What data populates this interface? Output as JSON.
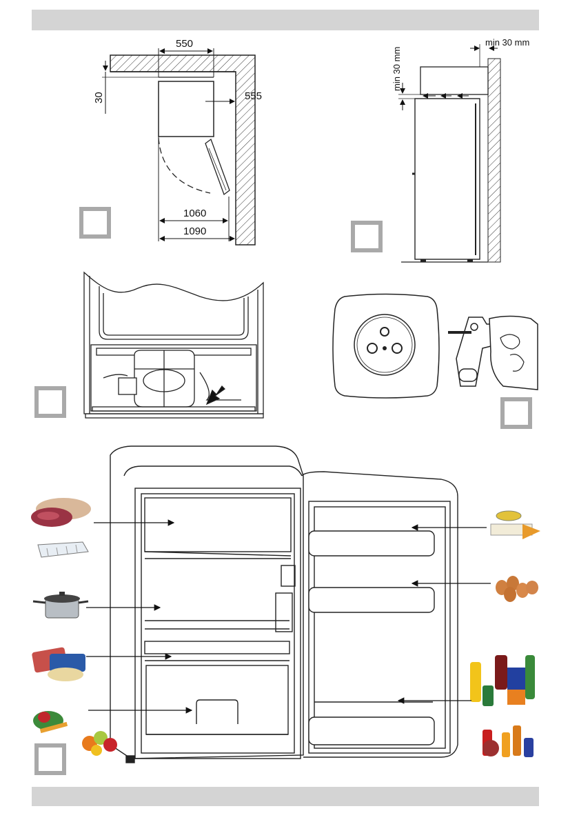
{
  "figure1": {
    "dims": {
      "width": "550",
      "depth": "555",
      "top_gap": "30",
      "door_open_1": "1060",
      "door_open_2": "1090"
    }
  },
  "figure2": {
    "top_clearance": "min 30 mm",
    "back_clearance": "min 30 mm"
  },
  "figure_boxes": [
    "",
    "",
    "",
    "",
    ""
  ],
  "food_icons": [
    "meat-and-poultry",
    "ice-cube-tray",
    "cooking-pot",
    "packaged-meat",
    "vegetables",
    "fruit",
    "butter-and-cheese",
    "eggs",
    "large-bottles",
    "small-bottles-and-jars"
  ]
}
